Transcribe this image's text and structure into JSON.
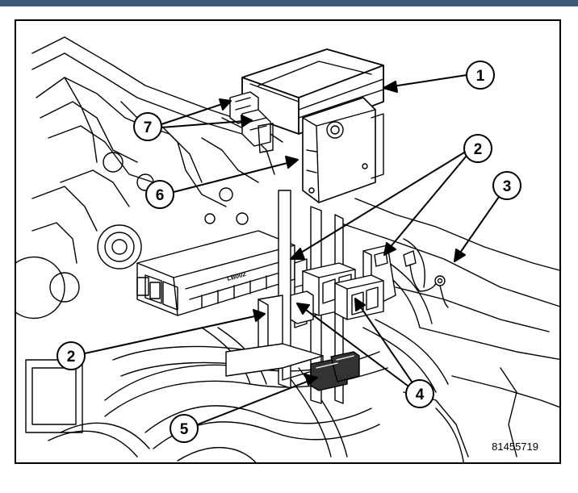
{
  "figure_id": "81455719",
  "callouts": {
    "c1": "1",
    "c2a": "2",
    "c2b": "2",
    "c3": "3",
    "c4": "4",
    "c5": "5",
    "c6": "6",
    "c7": "7"
  },
  "component_label": "LB002",
  "colors": {
    "header_bar": "#3d5a7a",
    "line": "#000000",
    "background": "#ffffff"
  }
}
